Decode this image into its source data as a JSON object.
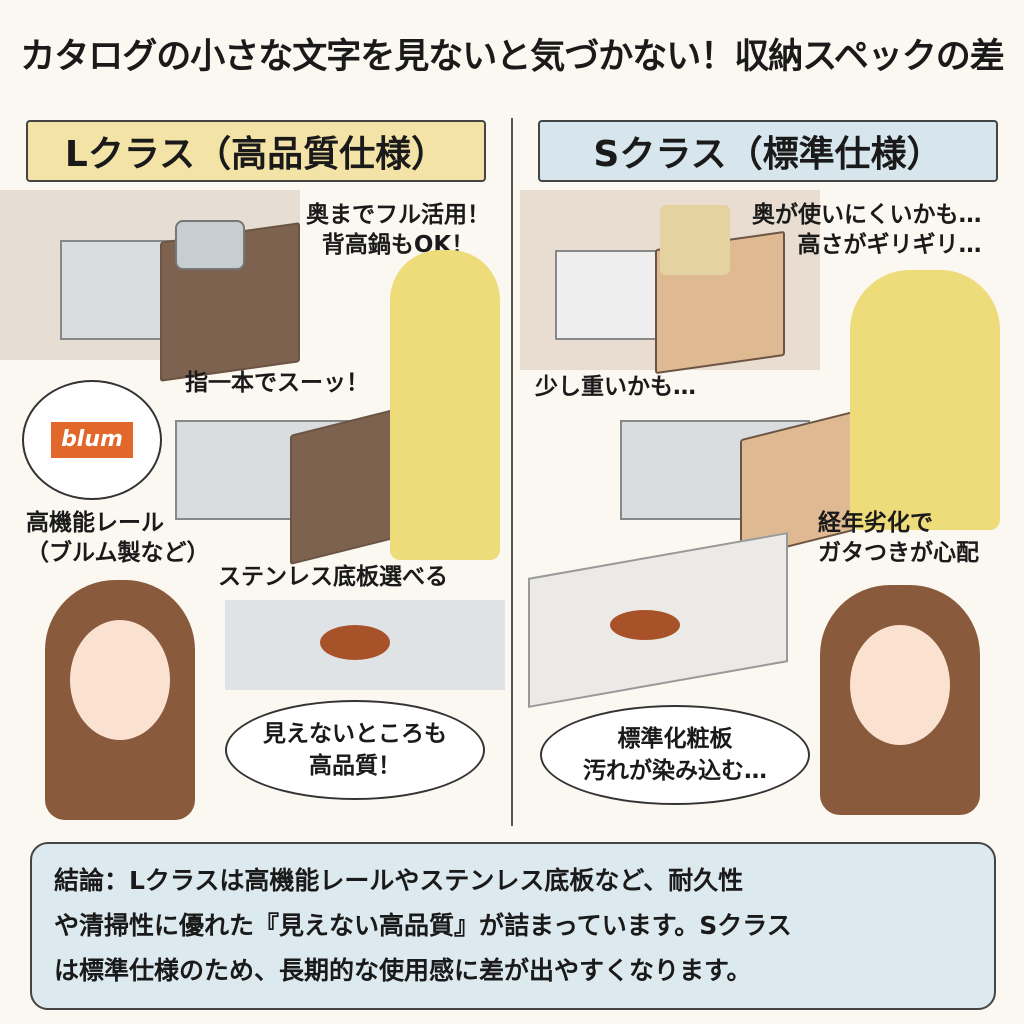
{
  "title": "カタログの小さな文字を見ないと気づかない！収納スペックの差",
  "left": {
    "header": "Lクラス（高品質仕様）",
    "header_color": "#f3e3a6",
    "caption_top": [
      "奥までフル活用！",
      "背高鍋もOK！"
    ],
    "caption_slide": "指一本でスーッ！",
    "logo": "blum",
    "rail_caption": [
      "高機能レール",
      "（ブルム製など）"
    ],
    "steel_caption": "ステンレス底板選べる",
    "bubble": [
      "見えないところも",
      "高品質！"
    ]
  },
  "right": {
    "header": "Sクラス（標準仕様）",
    "header_color": "#d7e6ec",
    "caption_top": [
      "奥が使いにくいかも…",
      "高さがギリギリ…"
    ],
    "caption_heavy": "少し重いかも…",
    "caption_wear": [
      "経年劣化で",
      "ガタつきが心配"
    ],
    "bubble": [
      "標準化粧板",
      "汚れが染み込む…"
    ]
  },
  "conclusion": [
    "結論：Lクラスは高機能レールやステンレス底板など、耐久性",
    "や清掃性に優れた『見えない高品質』が詰まっています。Sクラス",
    "は標準仕様のため、長期的な使用感に差が出やすくなります。"
  ]
}
